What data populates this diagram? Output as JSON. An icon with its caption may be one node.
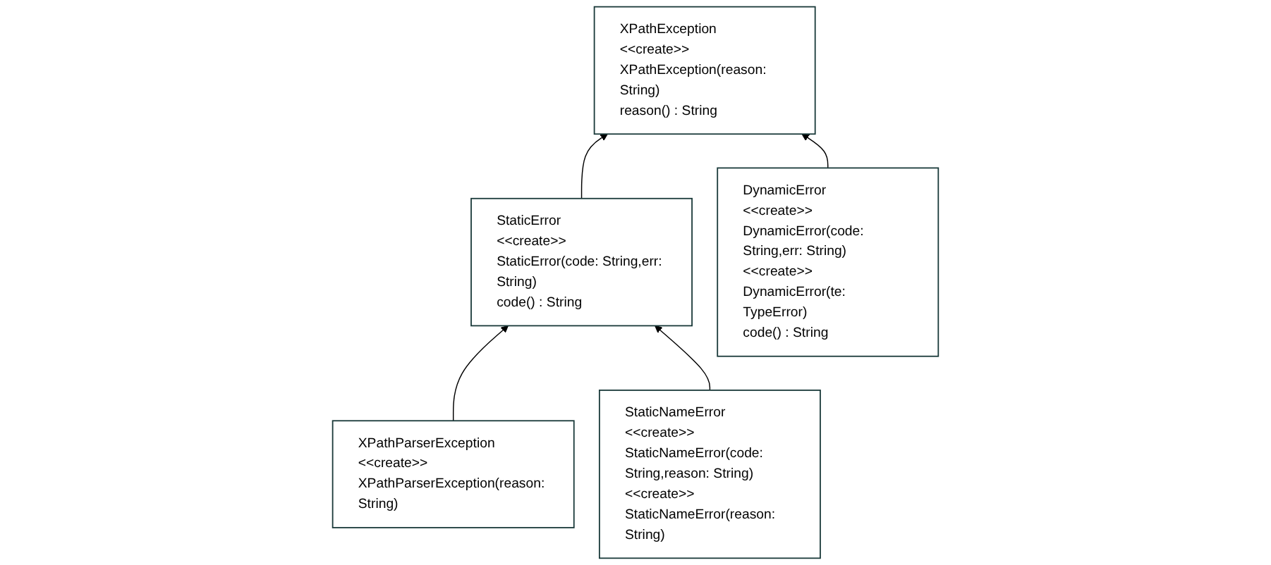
{
  "diagram": {
    "nodes": [
      {
        "text": [
          "XPathException",
          "<<create>> XPathException(reason: String)",
          "reason() : String"
        ]
      },
      {
        "text": [
          "StaticError",
          "<<create>> StaticError(code: String,err: String)",
          "code() : String"
        ]
      },
      {
        "text": [
          "DynamicError",
          "<<create>> DynamicError(code: String,err: String)",
          "<<create>> DynamicError(te: TypeError)",
          "code() : String"
        ]
      },
      {
        "text": [
          "XPathParserException",
          "<<create>> XPathParserException(reason: String)"
        ]
      },
      {
        "text": [
          "StaticNameError",
          "<<create>> StaticNameError(code: String,reason: String)",
          "<<create>> StaticNameError(reason: String)"
        ]
      }
    ],
    "edges": [
      {
        "from": 1,
        "to": 0,
        "arrow": "to"
      },
      {
        "from": 2,
        "to": 0,
        "arrow": "to"
      },
      {
        "from": 3,
        "to": 1,
        "arrow": "to"
      },
      {
        "from": 4,
        "to": 1,
        "arrow": "to"
      }
    ]
  }
}
